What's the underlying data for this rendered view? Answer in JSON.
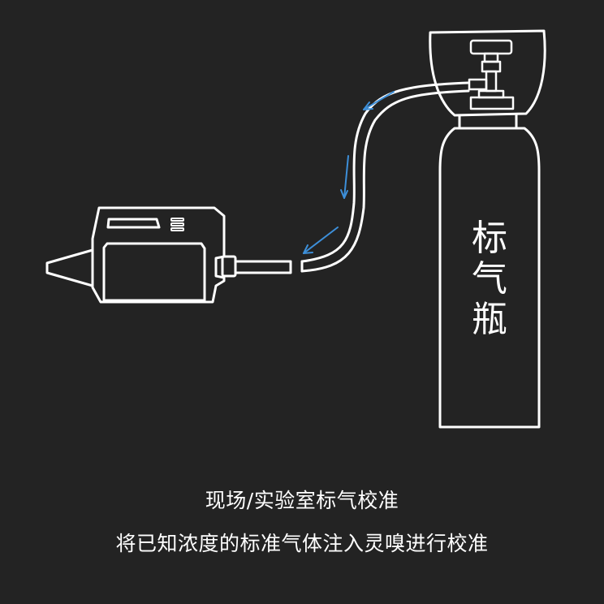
{
  "diagram": {
    "cylinder_label_chars": [
      "标",
      "气",
      "瓶"
    ],
    "arrow_color": "#3d8fd9",
    "line_color": "#ffffff",
    "background": "#232323"
  },
  "captions": {
    "line1": "现场/实验室标气校准",
    "line2": "将已知浓度的标准气体注入灵嗅进行校准"
  }
}
